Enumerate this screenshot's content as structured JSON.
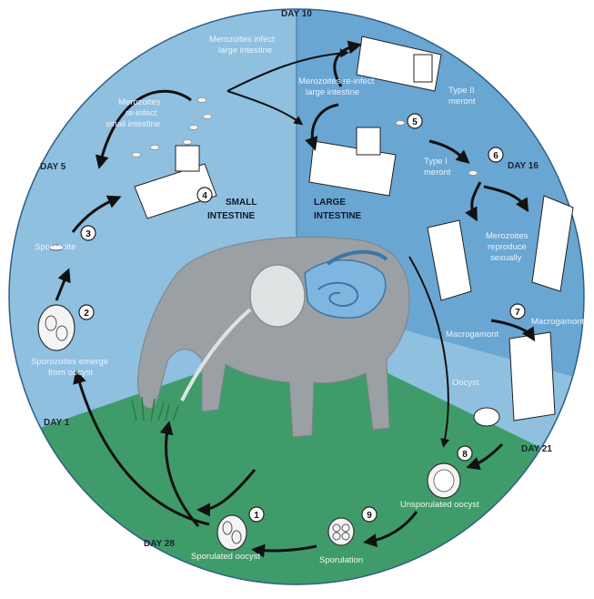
{
  "regions": {
    "small_intestine": [
      "SMALL",
      "INTESTINE"
    ],
    "large_intestine": [
      "LARGE",
      "INTESTINE"
    ]
  },
  "days": {
    "day1": "DAY 1",
    "day5": "DAY 5",
    "day10": "DAY 10",
    "day16": "DAY 16",
    "day21": "DAY 21",
    "day28": "DAY 28"
  },
  "stages": {
    "s1": {
      "number": "1",
      "label": [
        "Sporulated oocyst"
      ]
    },
    "s2": {
      "number": "2",
      "label": [
        "Sporozoites emerge",
        "from oocyst"
      ]
    },
    "s3": {
      "number": "3",
      "label": [
        "Sporozoite"
      ]
    },
    "s4": {
      "number": "4"
    },
    "s5": {
      "number": "5"
    },
    "s6": {
      "number": "6"
    },
    "s7": {
      "number": "7"
    },
    "s8": {
      "number": "8",
      "label": [
        "Unsporulated oocyst"
      ]
    },
    "s9": {
      "number": "9",
      "label": [
        "Sporulation"
      ]
    }
  },
  "annotations": {
    "reinfect_small": [
      "Merozoites",
      "re-infect",
      "small intestine"
    ],
    "infect_large": [
      "Merozoites infect",
      "large intestine"
    ],
    "reinfect_large": [
      "Merozoites re-infect",
      "large intestine"
    ],
    "type2": [
      "Type II",
      "meront"
    ],
    "type1": [
      "Type I",
      "meront"
    ],
    "reproduce": [
      "Merozoites",
      "reproduce",
      "sexually"
    ],
    "macrogamont_right": "Macrogamont",
    "macrogamont_left": "Macrogamont",
    "oocyst": "Oocyst"
  },
  "colors": {
    "sky_light": "#8fc0e0",
    "sky_dark": "#5f9bc8",
    "grass": "#3f9c6a",
    "cow": "#9aa0a3"
  }
}
